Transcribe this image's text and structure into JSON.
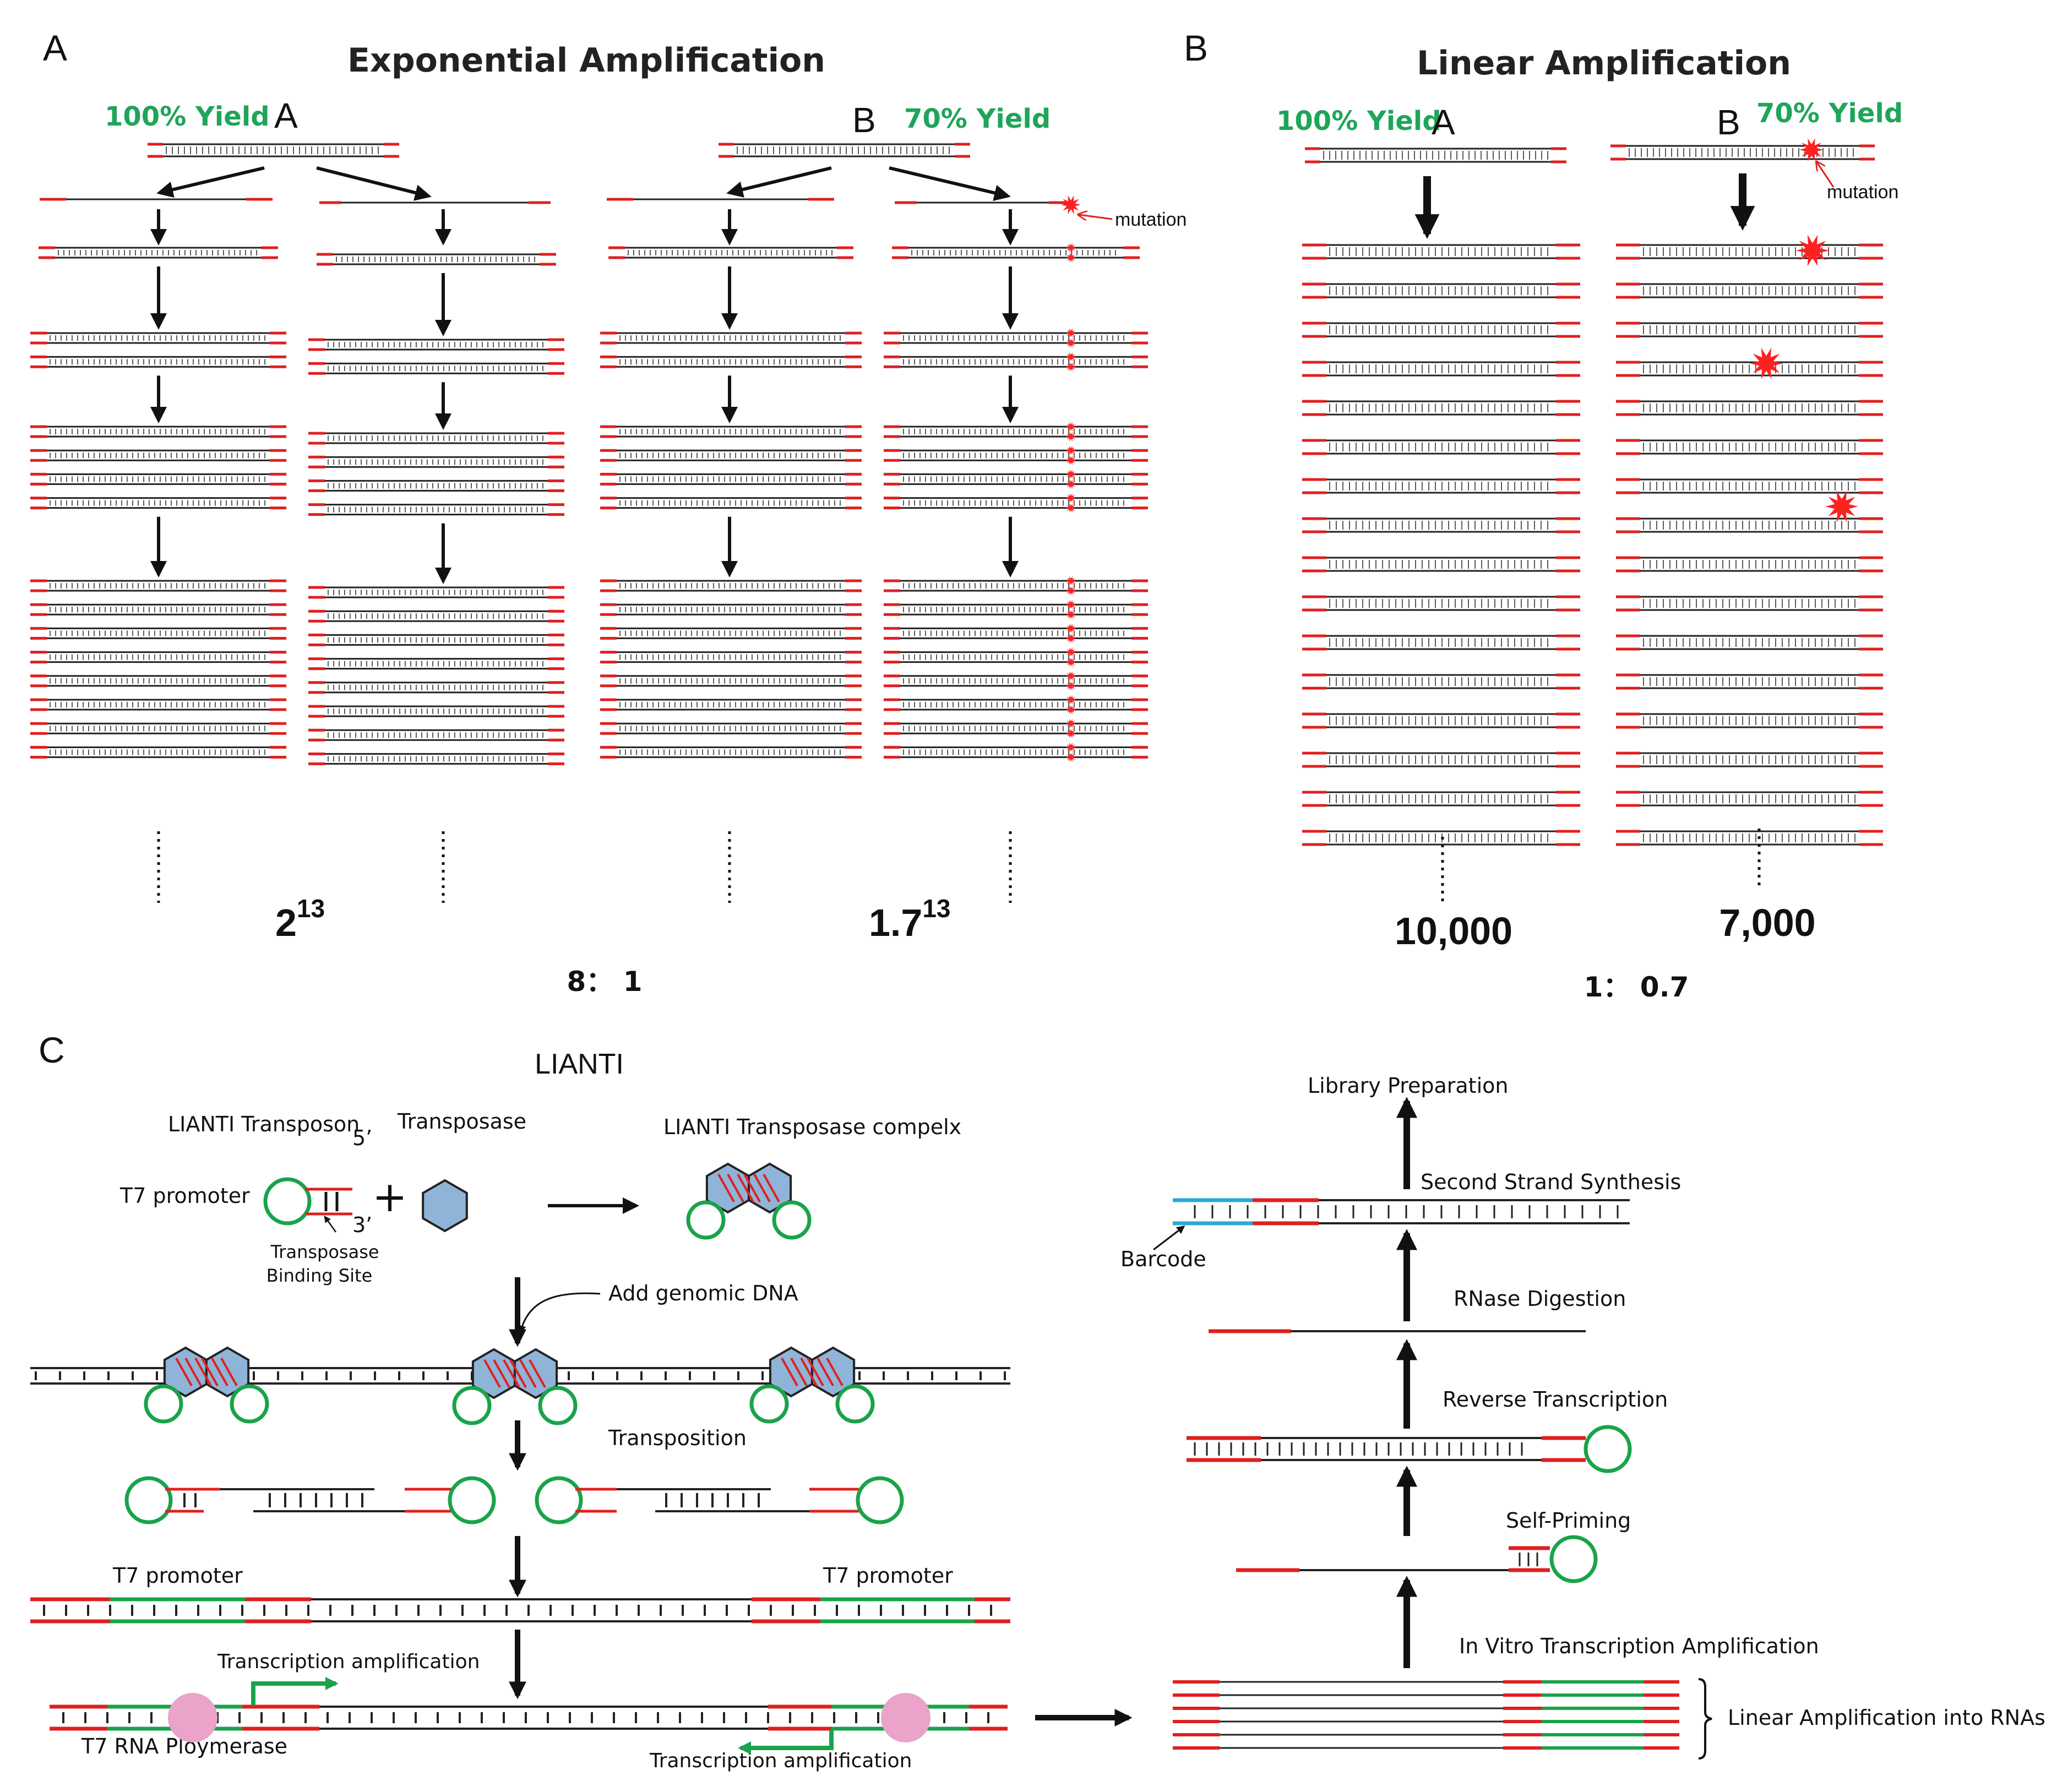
{
  "panel_a": {
    "letter": "A",
    "title": "Exponential Amplification",
    "yield_a": "100% Yield",
    "label_a": "A",
    "yield_b": "70% Yield",
    "label_b": "B",
    "mutation_label": "mutation",
    "count_a_base": "2",
    "count_a_exp": "13",
    "count_b_base": "1.7",
    "count_b_exp": "13",
    "ratio": "8： 1"
  },
  "panel_b": {
    "letter": "B",
    "title": "Linear Amplification",
    "yield_a": "100% Yield",
    "label_a": "A",
    "yield_b": "70% Yield",
    "label_b": "B",
    "mutation_label": "mutation",
    "count_a": "10,000",
    "count_b": "7,000",
    "ratio": "1： 0.7"
  },
  "panel_c": {
    "letter": "C",
    "title": "LIANTI",
    "transposon_label": "LIANTI Transposon",
    "transposase_label": "Transposase",
    "complex_label": "LIANTI Transposase compelx",
    "t7_promoter": "T7 promoter",
    "five_prime": "5’",
    "three_prime": "3’",
    "binding_site_1": "Transposase",
    "binding_site_2": "Binding Site",
    "plus": "+",
    "add_genomic": "Add genomic DNA",
    "transposition": "Transposition",
    "t7_promoter_left": "T7 promoter",
    "t7_promoter_right": "T7 promoter",
    "transcription_amp_top": "Transcription amplification",
    "transcription_amp_bottom": "Transcription amplification",
    "t7_rna_polymerase": "T7 RNA Ploymerase",
    "library_prep": "Library Preparation",
    "second_strand": "Second Strand Synthesis",
    "barcode": "Barcode",
    "rnase": "RNase Digestion",
    "reverse_transcription": "Reverse Transcription",
    "self_priming": "Self-Priming",
    "ivt": "In Vitro Transcription Amplification",
    "linear_into_rnas": "Linear Amplification into RNAs"
  },
  "colors": {
    "primer": "#e02020",
    "strand": "#222222",
    "yield_green": "#1fa55a",
    "t7_green": "#1aa34a",
    "barcode_blue": "#2aa8d8",
    "transposase_blue": "#8fb4d8",
    "polymerase_pink": "#eaa3c9",
    "mutation_red": "#ff2020"
  }
}
